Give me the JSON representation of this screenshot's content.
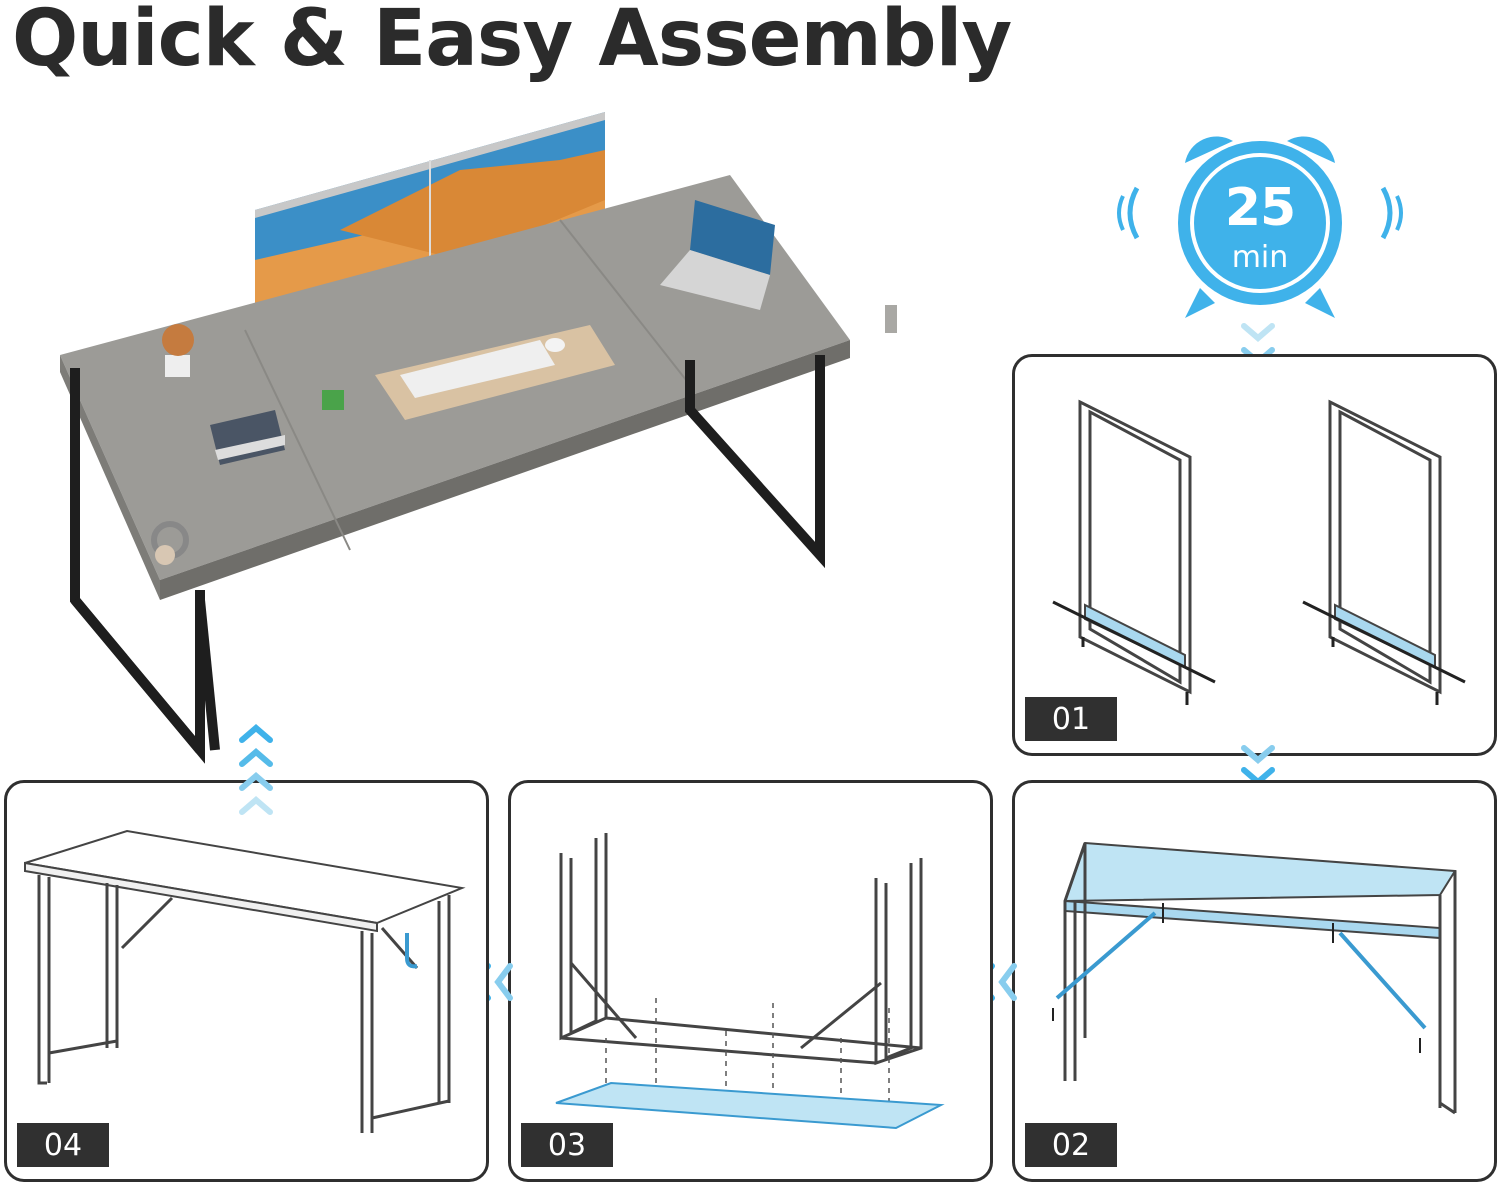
{
  "title": "Quick & Easy Assembly",
  "timer": {
    "value": "25",
    "unit": "min"
  },
  "steps": [
    {
      "label": "01"
    },
    {
      "label": "02"
    },
    {
      "label": "03"
    },
    {
      "label": "04"
    }
  ],
  "colors": {
    "accent_blue": "#3fb2ea",
    "light_blue": "#bfe4f4",
    "frame_dark": "#2f2f2f",
    "desk_top": "#9a9a96",
    "badge_bg": "#303030"
  },
  "icons": [
    "alarm-clock-icon",
    "chevron-down-icon",
    "chevron-left-icon",
    "chevron-up-icon"
  ]
}
